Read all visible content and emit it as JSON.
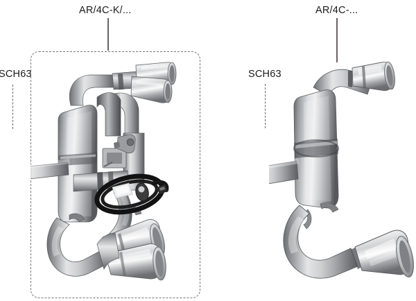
{
  "diagram": {
    "title_left": "AR/4C-K/...",
    "title_right": "AR/4C-...",
    "label_left_part": "SCH63",
    "label_right_part": "SCH63",
    "background_color": "#ffffff",
    "line_color": "#6b6266",
    "box_color": "#77707a",
    "metal_light": "#e9e9ea",
    "metal_mid": "#b6b7b9",
    "metal_dark": "#6f7174",
    "cable_color": "#141414",
    "remote_color": "#3a3a3a"
  },
  "assemblies": [
    {
      "id": "left-assembly",
      "name": "AR/4C-K/...",
      "boxed": true,
      "components": [
        "muffler-left",
        "muffler-right",
        "crossover-pipe",
        "valve-actuator",
        "quad-tailpipe",
        "remote-control-cable"
      ]
    },
    {
      "id": "right-assembly",
      "name": "AR/4C-...",
      "boxed": false,
      "components": [
        "muffler",
        "inlet-pipe",
        "single-tailpipe",
        "upper-tailpipe"
      ]
    }
  ]
}
